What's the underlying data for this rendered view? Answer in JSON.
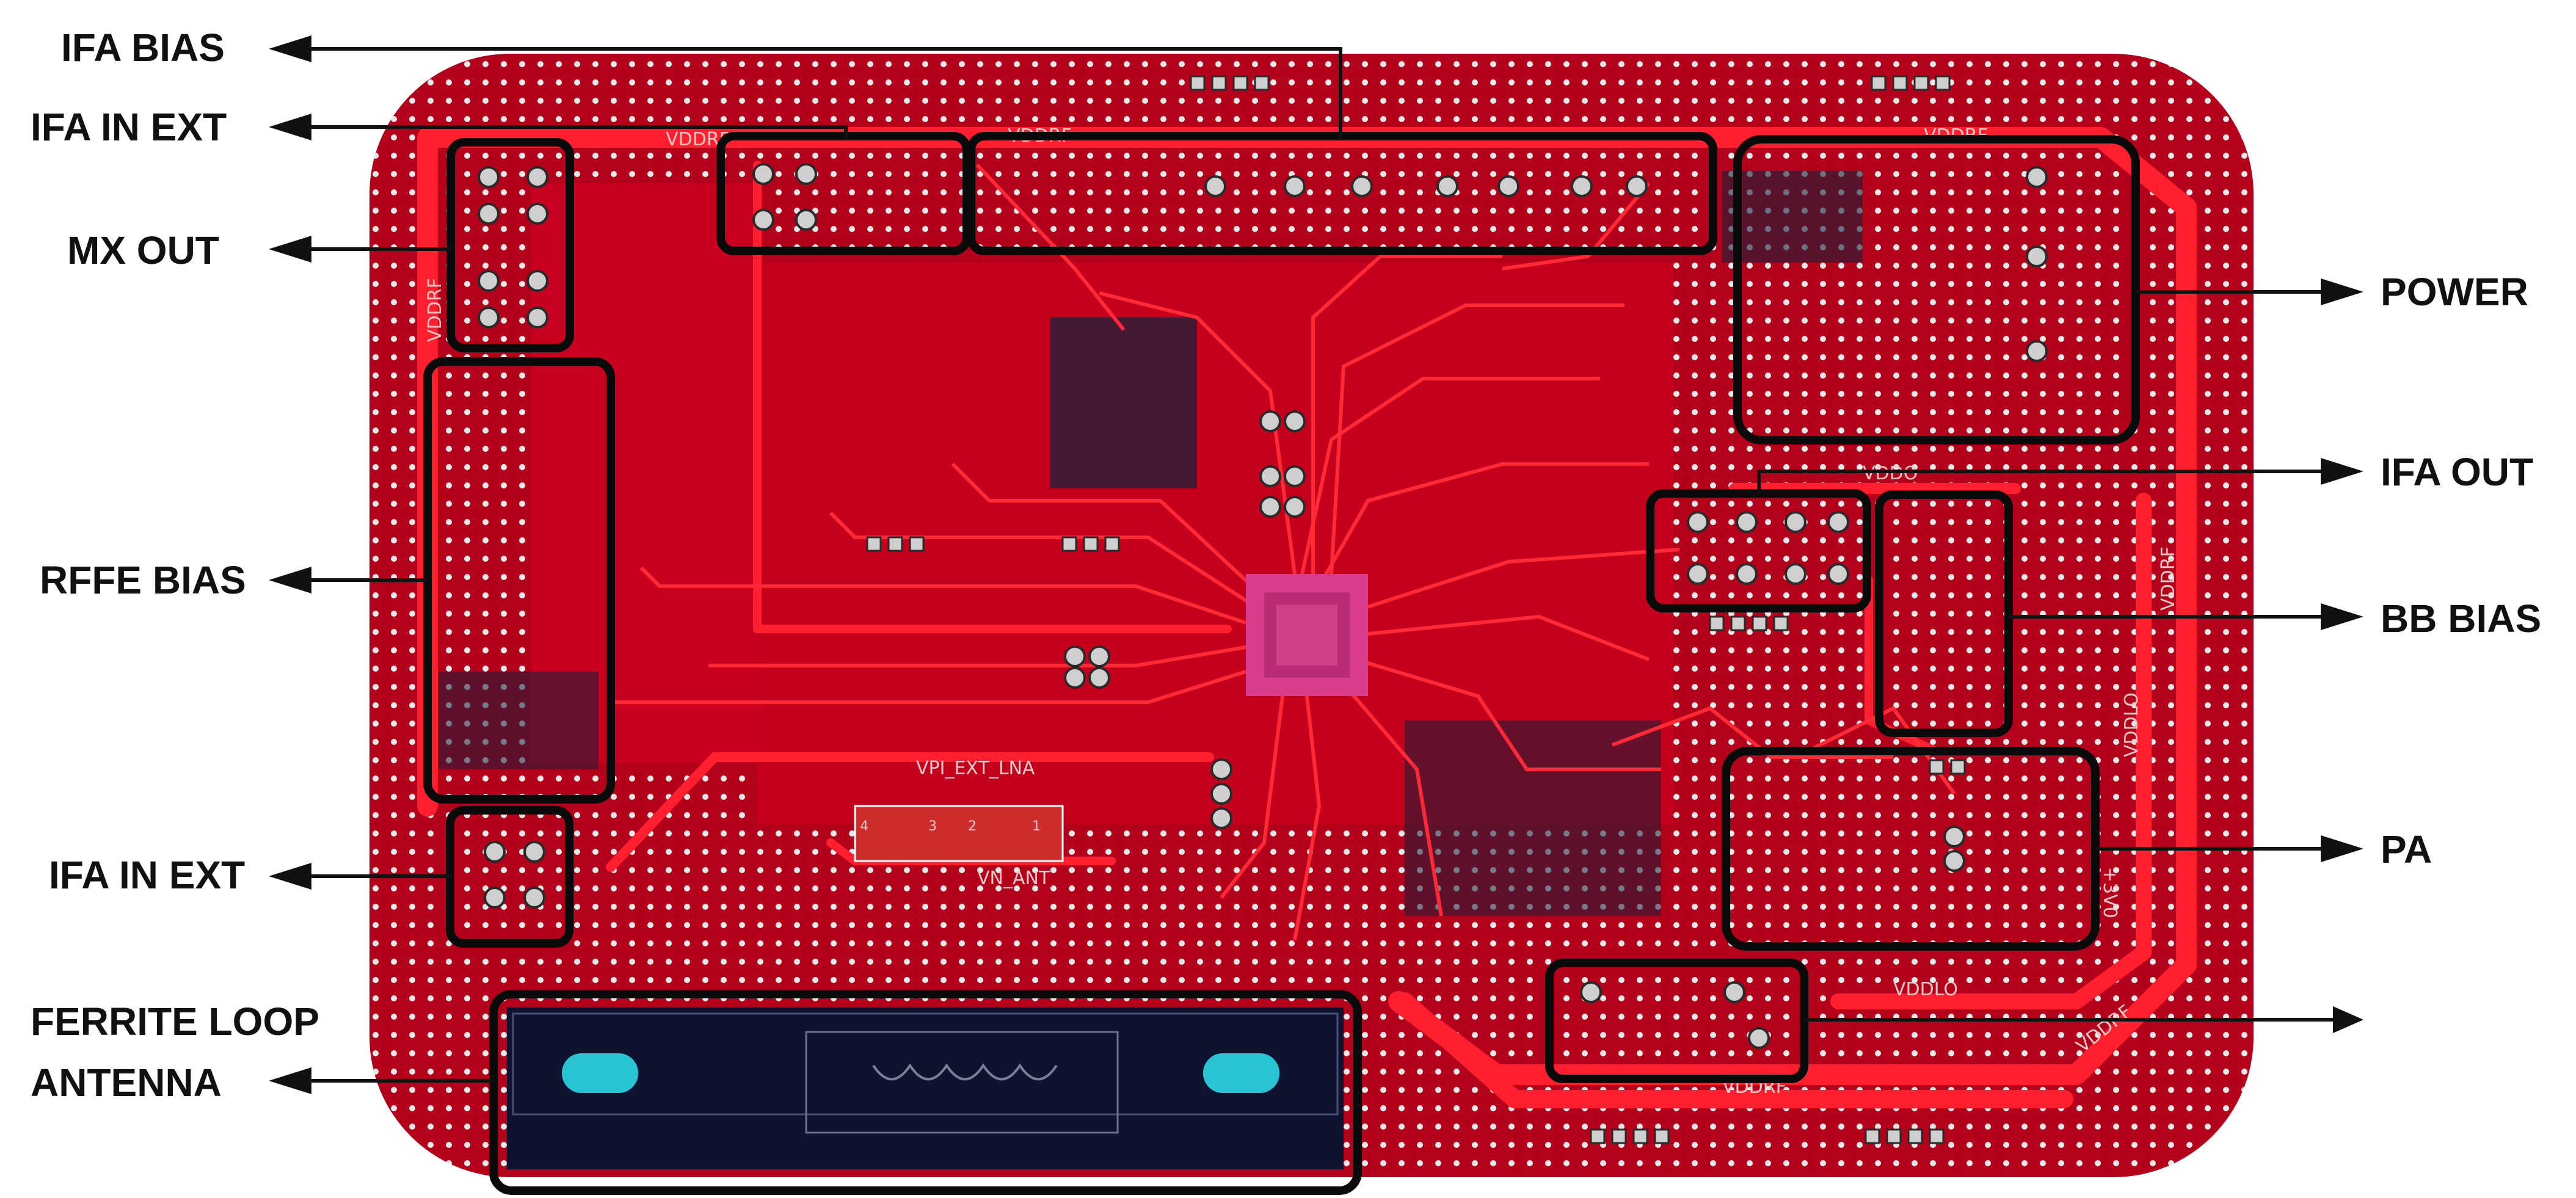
{
  "colors": {
    "board": "#b3001b",
    "pour": "#d4001c",
    "trace": "#ff1f2f",
    "dark": "#1a1f3a",
    "via": "#e8e8e8",
    "pad": "#cfcfcf",
    "outline": "#0a0a0a",
    "antenna_pad": "#29c4d4"
  },
  "callouts": {
    "ifa_bias": "IFA BIAS",
    "ifa_in_ext_top": "IFA IN EXT",
    "mx_out": "MX OUT",
    "rffe_bias": "RFFE BIAS",
    "ifa_in_ext_bottom": "IFA IN EXT",
    "ferrite_line1": "FERRITE LOOP",
    "ferrite_line2": "ANTENNA",
    "power": "POWER",
    "ifa_out": "IFA OUT",
    "bb_bias": "BB BIAS",
    "pa": "PA"
  },
  "silkscreen": {
    "vddrf_top_left": "VDDRF",
    "vddrf_top_mid": "VDDRF",
    "vddrf_top_right": "VDDRF",
    "vddrf_left_vertical": "VDDRF",
    "vddrf_right_vertical": "VDDRF",
    "vddrf_bottom": "VDDRF",
    "vddrf_bottom_right": "VDDRF",
    "vddo": "VDDO",
    "vddlo_vertical": "VDDLO",
    "vddlo_bottom": "VDDLO",
    "vpi_ext_lna": "VPI_EXT_LNA",
    "vn_ant": "VN_ANT",
    "pin_4": "4",
    "pin_3": "3",
    "pin_2": "2",
    "pin_1": "1",
    "v3v0": "+3V0"
  }
}
